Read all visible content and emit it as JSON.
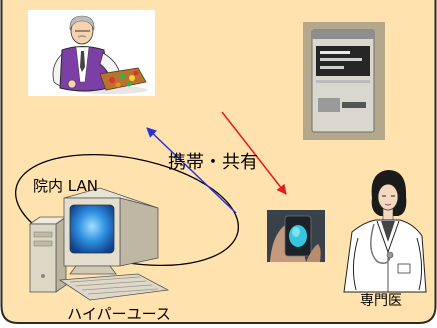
{
  "diagram": {
    "center_label": "携帯・共有",
    "lan_label": "院内 LAN",
    "hyper_use_label": "ハイパーユース",
    "specialist_label": "専門医"
  },
  "icons": {
    "patient": "elderly-man-at-table-icon",
    "storage": "memory-card-icon",
    "computer": "desktop-computer-icon",
    "handheld": "handheld-device-icon",
    "specialist": "female-doctor-icon"
  },
  "colors": {
    "background": "#FFE2AE",
    "frame": "#2B2B2B",
    "arrow_to_specialist": "#E41B1B",
    "arrow_to_patient": "#2A33D8"
  }
}
